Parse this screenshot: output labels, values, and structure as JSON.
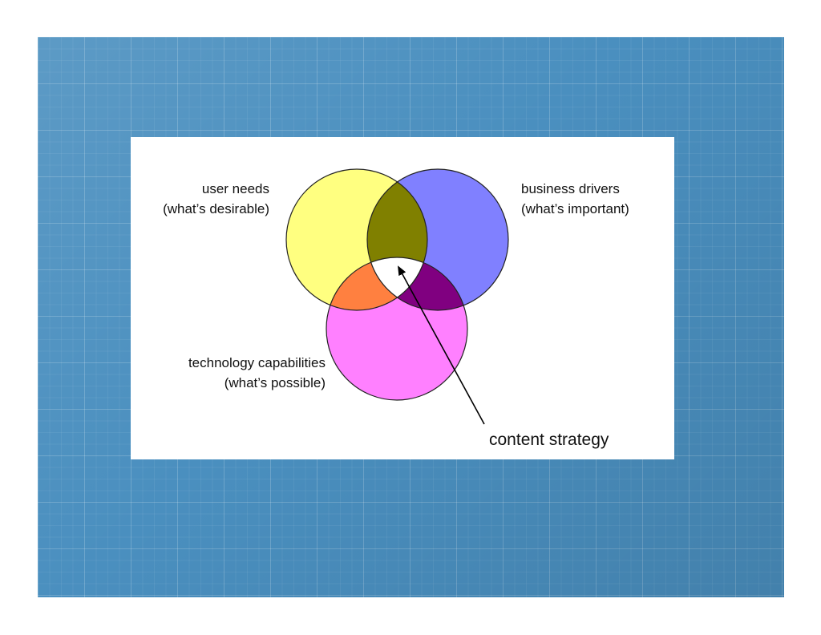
{
  "diagram": {
    "circles": [
      {
        "id": "user-needs",
        "color": "#ffff80"
      },
      {
        "id": "business-drivers",
        "color": "#8080ff"
      },
      {
        "id": "technology-capabilities",
        "color": "#ff80ff"
      }
    ],
    "overlaps": {
      "user_business": "#808000",
      "user_technology": "#ff8040",
      "business_technology": "#800080",
      "center": "#ffffff"
    },
    "labels": {
      "user_needs": {
        "line1": "user needs",
        "line2": "(what’s desirable)"
      },
      "business_drivers": {
        "line1": "business drivers",
        "line2": "(what’s important)"
      },
      "technology_capabilities": {
        "line1": "technology capabilities",
        "line2": "(what’s possible)"
      },
      "center": "content strategy"
    }
  }
}
